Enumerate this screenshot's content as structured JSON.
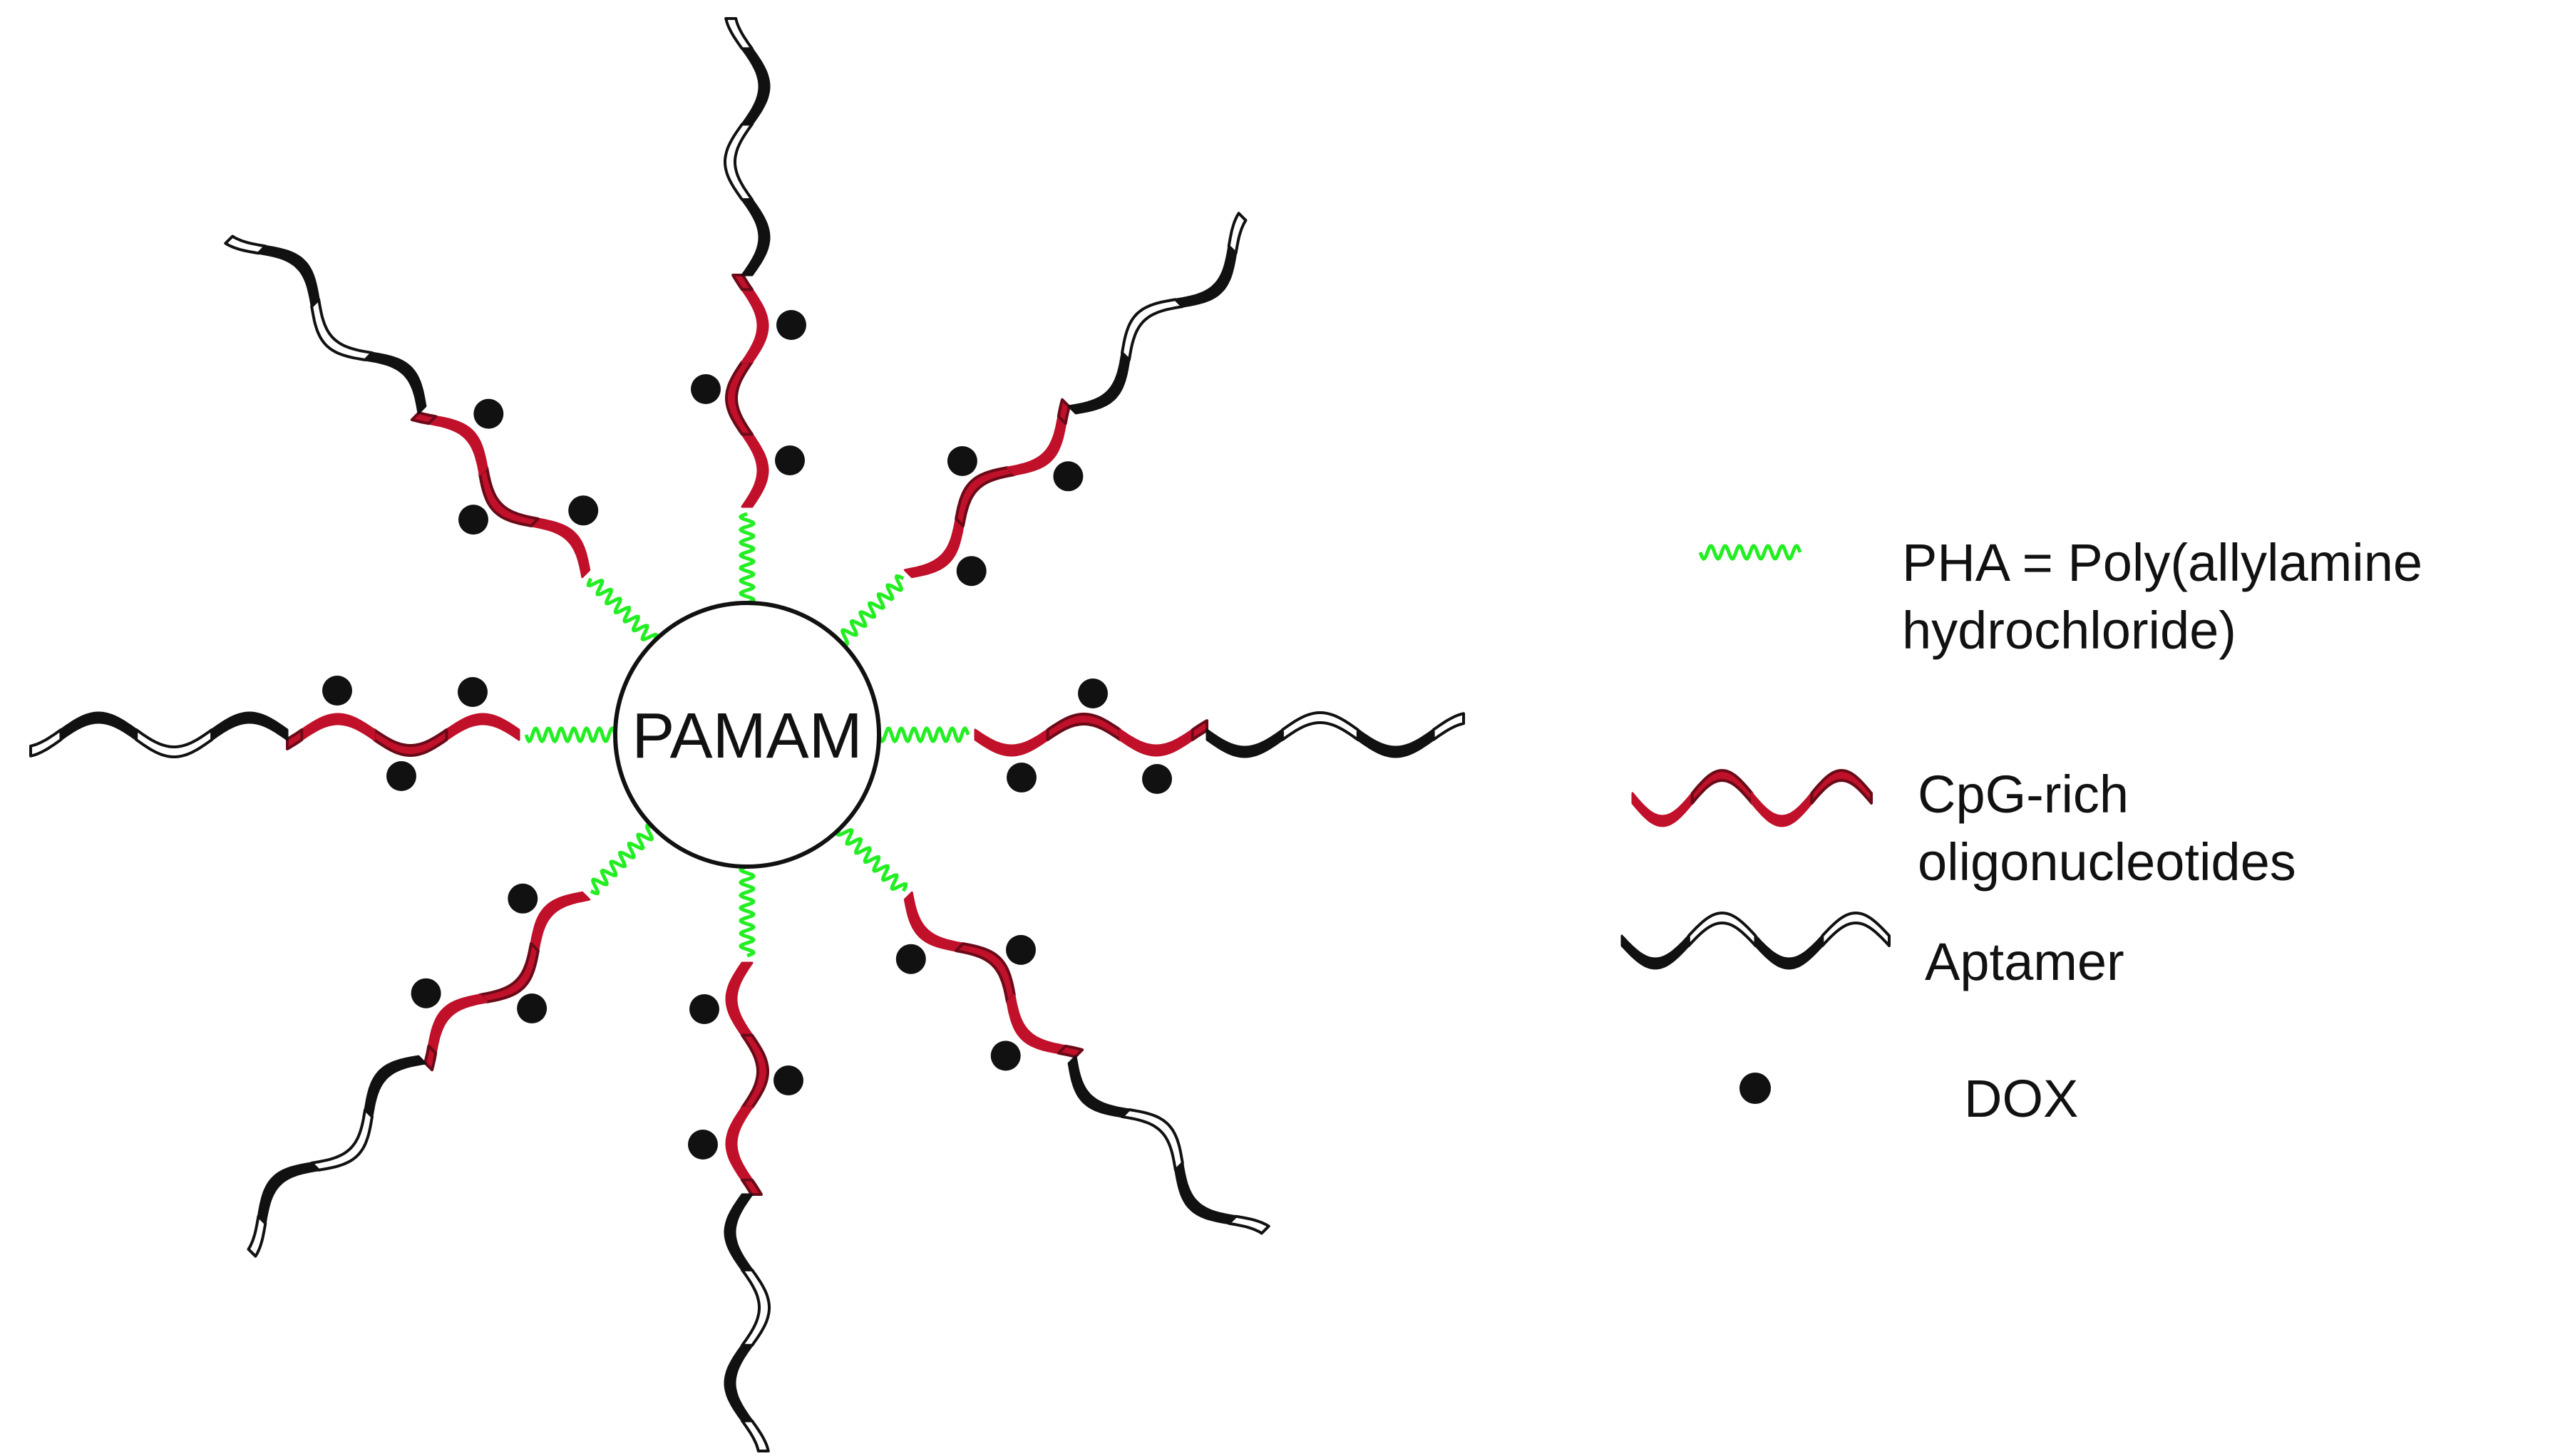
{
  "core": {
    "label": "PAMAM"
  },
  "legend": {
    "pha": {
      "line1": "PHA = Poly(allylamine",
      "line2": "hydrochloride)",
      "icon": "green-wavy-linker"
    },
    "cpg": {
      "line1": "CpG-rich",
      "line2": "oligonucleotides",
      "icon": "red-ribbon"
    },
    "aptamer": {
      "label": "Aptamer",
      "icon": "black-ribbon"
    },
    "dox": {
      "label": "DOX",
      "icon": "black-dot"
    }
  },
  "colors": {
    "pha": "#22ee22",
    "cpg": "#c0102a",
    "cpg_dark": "#6a0a18",
    "aptamer": "#111111",
    "dox": "#111111",
    "core_fill": "#ffffff",
    "core_stroke": "#111111"
  },
  "arms": [
    {
      "id": "arm-1"
    },
    {
      "id": "arm-2"
    },
    {
      "id": "arm-3"
    },
    {
      "id": "arm-4"
    },
    {
      "id": "arm-5"
    },
    {
      "id": "arm-6"
    },
    {
      "id": "arm-7"
    },
    {
      "id": "arm-8"
    }
  ]
}
